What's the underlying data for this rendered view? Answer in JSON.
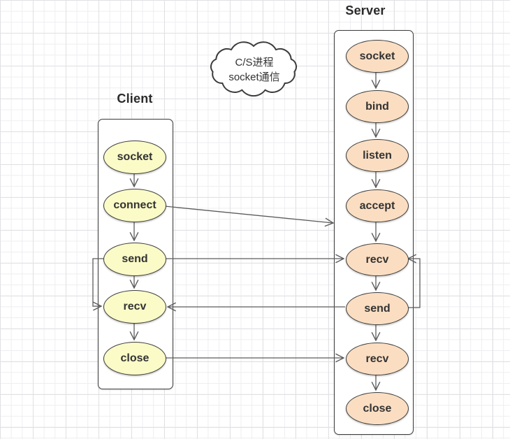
{
  "cloud": {
    "line1": "C/S进程",
    "line2": "socket通信"
  },
  "client": {
    "title": "Client",
    "nodes": [
      "socket",
      "connect",
      "send",
      "recv",
      "close"
    ]
  },
  "server": {
    "title": "Server",
    "nodes": [
      "socket",
      "bind",
      "listen",
      "accept",
      "recv",
      "send",
      "recv",
      "close"
    ]
  },
  "colors": {
    "client_node_fill": "#fbfbc8",
    "server_node_fill": "#fbdec2",
    "shape_stroke": "#3c3c3c",
    "connector_line": "#5c5c5c",
    "grid_major": "#e1e1e4",
    "grid_minor": "#eeeef1",
    "label_text": "#333333"
  }
}
